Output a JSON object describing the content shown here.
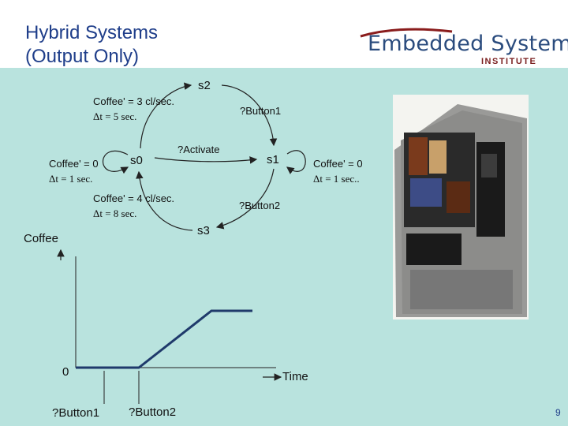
{
  "title": {
    "line1": "Hybrid Systems",
    "line2": "(Output Only)"
  },
  "logo": {
    "main": "Embedded Systems",
    "sub": "INSTITUTE"
  },
  "states": {
    "s0": "s0",
    "s1": "s1",
    "s2": "s2",
    "s3": "s3"
  },
  "labels": {
    "s2_rate": "Coffee' = 3 cl/sec.",
    "s2_dt": "Δt = 5 sec.",
    "s3_rate": "Coffee' = 4 cl/sec.",
    "s3_dt": "Δt = 8 sec.",
    "s0_rate": "Coffee' = 0",
    "s0_dt": "Δt = 1 sec.",
    "s1_rate": "Coffee' = 0",
    "s1_dt": "Δt = 1 sec..",
    "button1": "?Button1",
    "activate": "?Activate",
    "button2": "?Button2"
  },
  "plot": {
    "ylabel": "Coffee",
    "zero": "0",
    "xlabel": "Time",
    "mark1": "?Button1",
    "mark2": "?Button2"
  },
  "page_number": "9",
  "colors": {
    "background": "#b9e3de",
    "title": "#1f3e8a",
    "plot_line": "#1f3a6b"
  }
}
